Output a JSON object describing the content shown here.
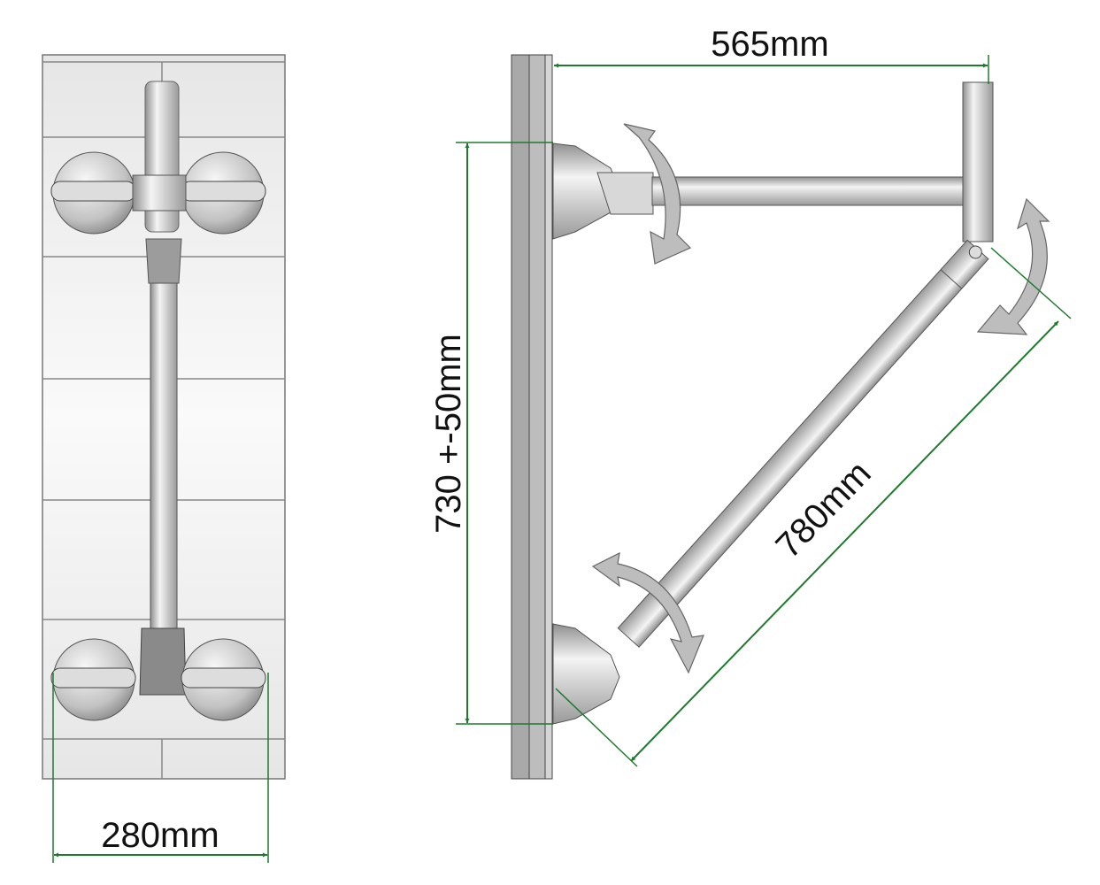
{
  "colors": {
    "dimension": "#1f7a2e",
    "metal": "#c9c9c9",
    "tile": "#f2f2f2",
    "grout": "#888888",
    "arrow": "#b9b9b9"
  },
  "front_view": {
    "width_label": "280mm"
  },
  "side_view": {
    "reach_label": "565mm",
    "height_label": "730 +-50mm",
    "strut_label": "780mm"
  }
}
